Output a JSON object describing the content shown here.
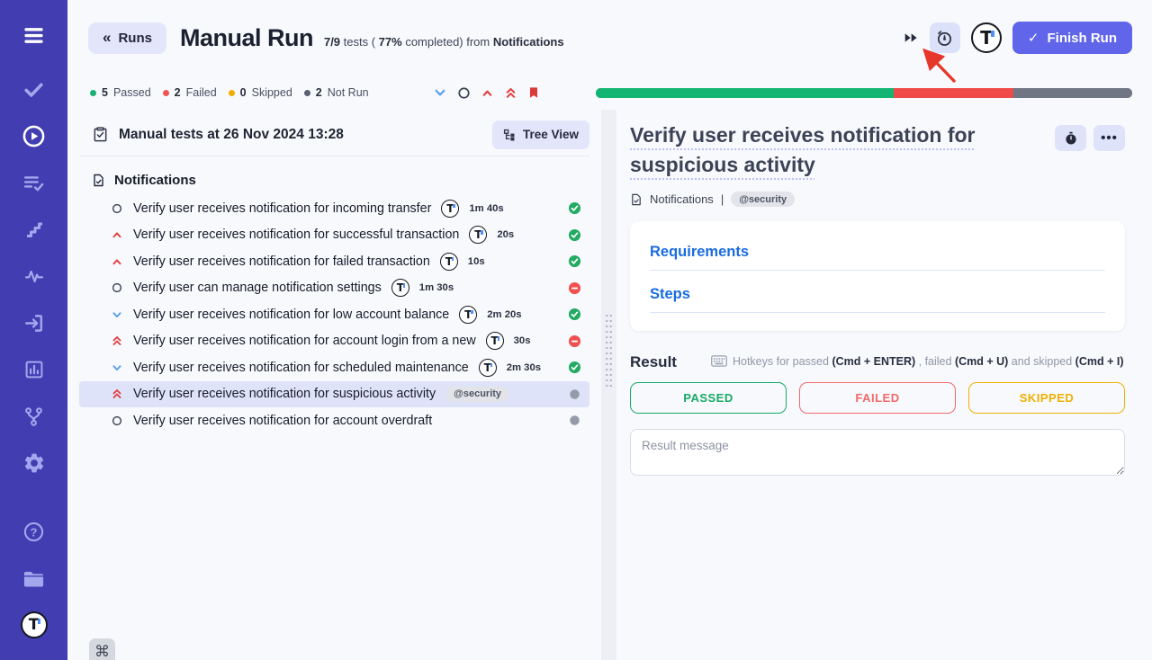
{
  "colors": {
    "accent_purple": "#6065ea",
    "sidebar": "#423db1",
    "selected_row": "#dfe3fa",
    "passed_green": "#17b074",
    "failed_red": "#ef4a4a",
    "skipped_yellow": "#f0ad00",
    "notrun_gray": "#717684",
    "link_blue": "#1a6be1",
    "annotation_red": "#e5372c"
  },
  "sidebar": {
    "items": [
      {
        "icon": "hamburger-icon",
        "name": "menu",
        "first": true
      },
      {
        "icon": "check-icon",
        "name": "tests"
      },
      {
        "icon": "play-circle-icon",
        "name": "runs",
        "active": true
      },
      {
        "icon": "list-check-icon",
        "name": "test-plans"
      },
      {
        "icon": "steps-icon",
        "name": "steps"
      },
      {
        "icon": "pulse-icon",
        "name": "activity"
      },
      {
        "icon": "import-icon",
        "name": "import"
      },
      {
        "icon": "bar-chart-icon",
        "name": "analytics"
      },
      {
        "icon": "branch-icon",
        "name": "branches"
      },
      {
        "icon": "gear-icon",
        "name": "settings"
      },
      {
        "icon": "help-icon",
        "name": "help",
        "group_break": true
      },
      {
        "icon": "folder-icon",
        "name": "projects"
      },
      {
        "icon": "logo-icon",
        "name": "testomat-logo"
      }
    ]
  },
  "header": {
    "back_icon": "«",
    "back_label": "Runs",
    "title": "Manual Run",
    "sub": {
      "fraction": "7/9",
      "tests_word": " tests ( ",
      "percent": "77%",
      "completed_word": " completed) from ",
      "suite": "Notifications"
    },
    "finish_icon": "✓",
    "finish_label": "Finish Run"
  },
  "statusbar": {
    "chips": [
      {
        "count": "5",
        "label": "Passed",
        "color": "#17b074"
      },
      {
        "count": "2",
        "label": "Failed",
        "color": "#f05555"
      },
      {
        "count": "0",
        "label": "Skipped",
        "color": "#f0ad00"
      },
      {
        "count": "2",
        "label": "Not Run",
        "color": "#596070"
      }
    ],
    "filters": [
      {
        "icon": "chevron-down-icon",
        "name": "low-priority",
        "color": "#57a1ea"
      },
      {
        "icon": "circle-icon",
        "name": "normal-priority",
        "color": "#373f50"
      },
      {
        "icon": "chevron-up-icon",
        "name": "high-priority",
        "color": "#e03f3f"
      },
      {
        "icon": "chevrons-up-icon",
        "name": "urgent-priority",
        "color": "#e03f3f"
      },
      {
        "icon": "bookmark-icon",
        "name": "bookmarked",
        "color": "#d93a3a"
      }
    ],
    "progress": [
      {
        "name": "passed",
        "pct": 55.5,
        "color": "#13b573"
      },
      {
        "name": "failed",
        "pct": 22.3,
        "color": "#ef4949"
      },
      {
        "name": "notrun",
        "pct": 22.2,
        "color": "#717684"
      }
    ]
  },
  "run_panel": {
    "title": "Manual tests at 26 Nov 2024 13:28",
    "tree_view_label": "Tree View",
    "suite": "Notifications",
    "tests": [
      {
        "priority": "normal",
        "title": "Verify user receives notification for incoming transfer",
        "duration": "1m 40s",
        "status": "passed"
      },
      {
        "priority": "high",
        "title": "Verify user receives notification for successful transaction",
        "duration": "20s",
        "status": "passed"
      },
      {
        "priority": "high",
        "title": "Verify user receives notification for failed transaction",
        "duration": "10s",
        "status": "passed"
      },
      {
        "priority": "normal",
        "title": "Verify user can manage notification settings",
        "duration": "1m 30s",
        "status": "failed"
      },
      {
        "priority": "low",
        "title": "Verify user receives notification for low account balance",
        "duration": "2m 20s",
        "status": "passed"
      },
      {
        "priority": "urgent",
        "title": "Verify user receives notification for account login from a new",
        "duration": "30s",
        "status": "failed"
      },
      {
        "priority": "low",
        "title": "Verify user receives notification for scheduled maintenance",
        "duration": "2m 30s",
        "status": "passed"
      },
      {
        "priority": "urgent",
        "title": "Verify user receives notification for suspicious activity",
        "tag": "@security",
        "status": "notrun",
        "selected": true
      },
      {
        "priority": "normal",
        "title": "Verify user receives notification for account overdraft",
        "status": "notrun"
      }
    ],
    "command_glyph": "⌘"
  },
  "detail_panel": {
    "title": "Verify user receives notification for suspicious activity",
    "suite": "Notifications",
    "separator": "|",
    "tag": "@security",
    "sections": [
      {
        "label": "Requirements"
      },
      {
        "label": "Steps"
      }
    ],
    "result": {
      "heading": "Result",
      "hotkeys": [
        {
          "text": "Hotkeys for passed ",
          "bold": false
        },
        {
          "text": "(Cmd + ENTER)",
          "bold": true
        },
        {
          "text": " , failed ",
          "bold": false
        },
        {
          "text": "(Cmd + U)",
          "bold": true
        },
        {
          "text": " and skipped ",
          "bold": false
        },
        {
          "text": "(Cmd + I)",
          "bold": true
        }
      ],
      "buttons": [
        {
          "label": "PASSED",
          "color": "#18a966"
        },
        {
          "label": "FAILED",
          "color": "#f16a6a"
        },
        {
          "label": "SKIPPED",
          "color": "#f0b000"
        }
      ],
      "message_placeholder": "Result message"
    }
  }
}
